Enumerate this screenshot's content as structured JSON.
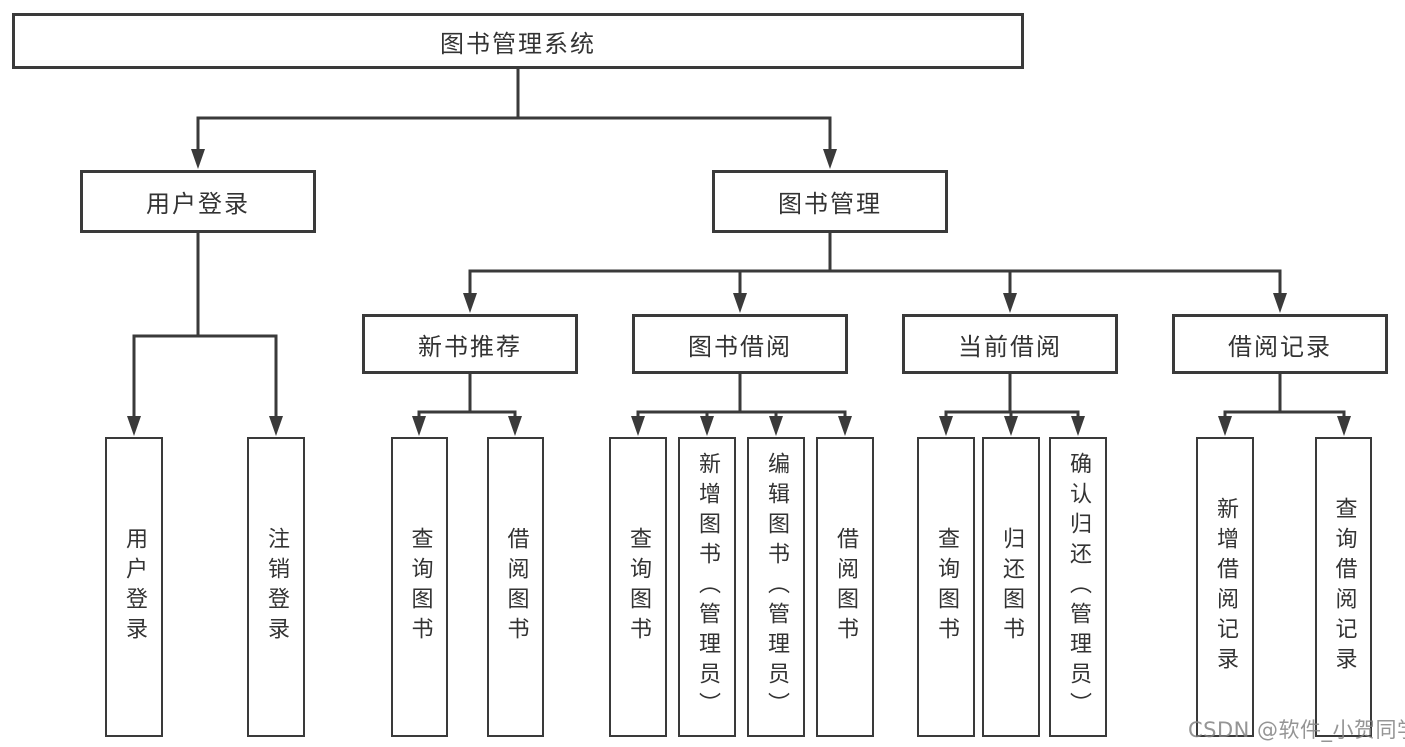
{
  "diagram_title": "图书管理系统",
  "nodes": {
    "root": {
      "label": "图书管理系统"
    },
    "user_login": {
      "label": "用户登录"
    },
    "book_mgmt": {
      "label": "图书管理"
    },
    "new_book": {
      "label": "新书推荐"
    },
    "book_borrow": {
      "label": "图书借阅"
    },
    "current_borrow": {
      "label": "当前借阅"
    },
    "borrow_record": {
      "label": "借阅记录"
    },
    "leaf_user_login": {
      "label": "用户登录"
    },
    "leaf_logout": {
      "label": "注销登录"
    },
    "leaf_nb_query": {
      "label": "查询图书"
    },
    "leaf_nb_borrow": {
      "label": "借阅图书"
    },
    "leaf_bb_query": {
      "label": "查询图书"
    },
    "leaf_bb_add": {
      "label": "新增图书（管理员）"
    },
    "leaf_bb_edit": {
      "label": "编辑图书（管理员）"
    },
    "leaf_bb_borrow": {
      "label": "借阅图书"
    },
    "leaf_cb_query": {
      "label": "查询图书"
    },
    "leaf_cb_return": {
      "label": "归还图书"
    },
    "leaf_cb_confirm": {
      "label": "确认归还（管理员）"
    },
    "leaf_br_add": {
      "label": "新增借阅记录"
    },
    "leaf_br_query": {
      "label": "查询借阅记录"
    }
  },
  "hierarchy": {
    "图书管理系统": {
      "用户登录": [
        "用户登录",
        "注销登录"
      ],
      "图书管理": {
        "新书推荐": [
          "查询图书",
          "借阅图书"
        ],
        "图书借阅": [
          "查询图书",
          "新增图书（管理员）",
          "编辑图书（管理员）",
          "借阅图书"
        ],
        "当前借阅": [
          "查询图书",
          "归还图书",
          "确认归还（管理员）"
        ],
        "借阅记录": [
          "新增借阅记录",
          "查询借阅记录"
        ]
      }
    }
  },
  "watermark": {
    "text": "CSDN @软件_小贺同学"
  },
  "colors": {
    "background": "#ffffff",
    "line": "#3a3a3a",
    "box_border": "#3a3a3a",
    "text": "#333333",
    "watermark": "#828282"
  }
}
